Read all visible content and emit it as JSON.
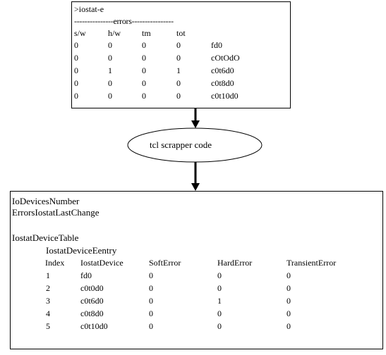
{
  "iostat": {
    "command": ">iostat-e",
    "errors_rule": "---------------errors----------------",
    "headers": [
      "s/w",
      "h/w",
      "tm",
      "tot"
    ],
    "rows": [
      {
        "sw": "0",
        "hw": "0",
        "tm": "0",
        "tot": "0",
        "dev": "fd0"
      },
      {
        "sw": "0",
        "hw": "0",
        "tm": "0",
        "tot": "0",
        "dev": "cOtOdO"
      },
      {
        "sw": "0",
        "hw": "1",
        "tm": "0",
        "tot": "1",
        "dev": "c0t6d0"
      },
      {
        "sw": "0",
        "hw": "0",
        "tm": "0",
        "tot": "0",
        "dev": "c0t8d0"
      },
      {
        "sw": "0",
        "hw": "0",
        "tm": "0",
        "tot": "0",
        "dev": "c0t10d0"
      }
    ]
  },
  "scraper": {
    "label": "tcl scrapper code"
  },
  "mib": {
    "line1": "IoDevicesNumber",
    "line2": "ErrorsIostatLastChange",
    "table_name": "IostatDeviceTable",
    "entry_name": "IostatDeviceEentry",
    "headers": [
      "Index",
      "IostatDevice",
      "SoftError",
      "HardError",
      "TransientError"
    ],
    "rows": [
      {
        "index": "1",
        "device": "fd0",
        "soft": "0",
        "hard": "0",
        "transient": "0"
      },
      {
        "index": "2",
        "device": "c0t0d0",
        "soft": "0",
        "hard": "0",
        "transient": "0"
      },
      {
        "index": "3",
        "device": "c0t6d0",
        "soft": "0",
        "hard": "1",
        "transient": "0"
      },
      {
        "index": "4",
        "device": "c0t8d0",
        "soft": "0",
        "hard": "0",
        "transient": "0"
      },
      {
        "index": "5",
        "device": "c0t10d0",
        "soft": "0",
        "hard": "0",
        "transient": "0"
      }
    ]
  }
}
